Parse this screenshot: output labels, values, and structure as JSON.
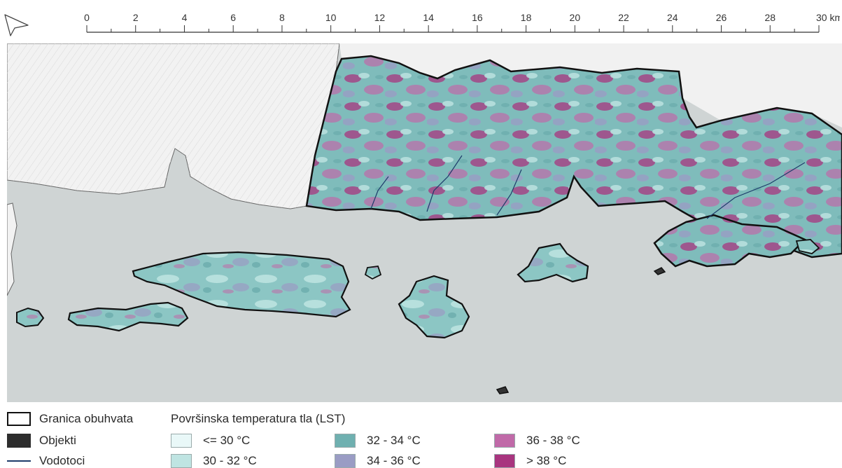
{
  "scale_bar": {
    "labels": [
      "0",
      "2",
      "4",
      "6",
      "8",
      "10",
      "12",
      "14",
      "16",
      "18",
      "20",
      "22",
      "24",
      "26",
      "28",
      "30 km"
    ],
    "max_km": 30
  },
  "legend": {
    "boundary_label": "Granica obuhvata",
    "buildings_label": "Objekti",
    "watercourses_label": "Vodotoci",
    "lst_title": "Površinska temperatura tla (LST)",
    "classes": [
      {
        "label": "<= 30 °C",
        "color": "#e9f8f8"
      },
      {
        "label": "30 - 32 °C",
        "color": "#bfe4e2"
      },
      {
        "label": "32 - 34 °C",
        "color": "#6fb0b0"
      },
      {
        "label": "34 - 36 °C",
        "color": "#9a9cc4"
      },
      {
        "label": "36 - 38 °C",
        "color": "#c06aa8"
      },
      {
        "label": "> 38 °C",
        "color": "#a8357f"
      }
    ]
  },
  "map": {
    "sea_color": "#cfd4d4",
    "land_outside_color": "#f1f1f1",
    "boundary_color": "#111111"
  },
  "icons": {
    "north_arrow": "north-arrow-icon"
  }
}
